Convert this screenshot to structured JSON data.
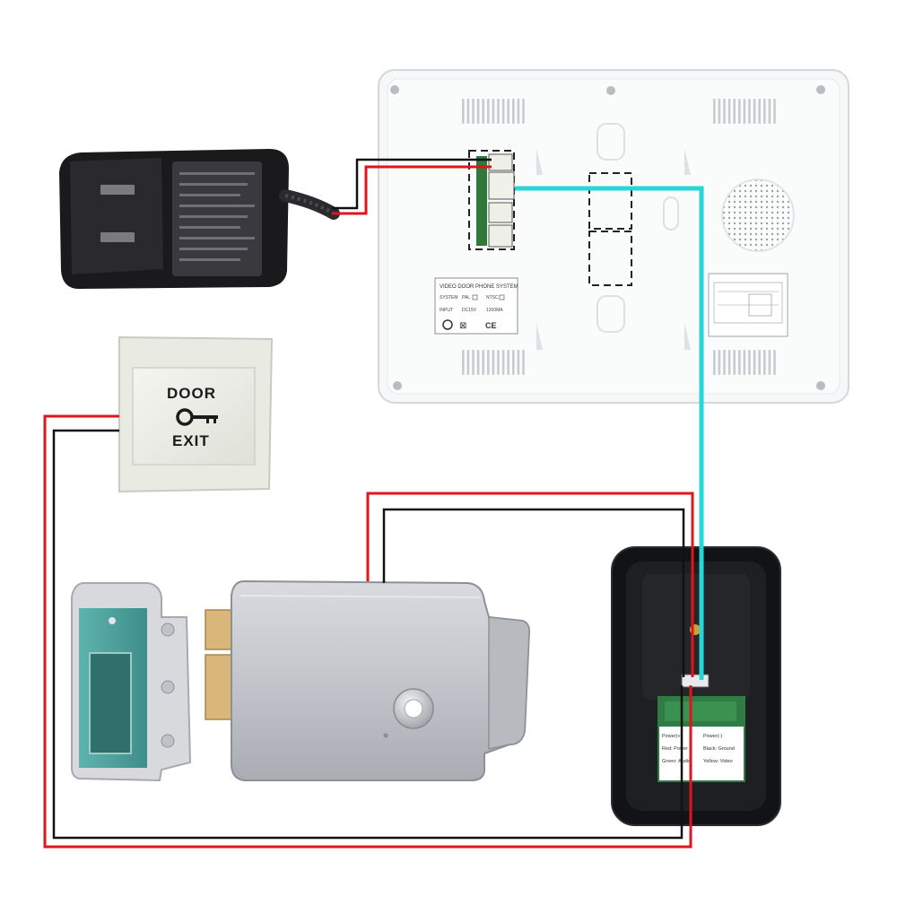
{
  "exit_button": {
    "line1": "DOOR",
    "line2": "EXIT"
  },
  "monitor": {
    "label_title": "VIDEO DOOR PHONE SYSTEM",
    "system_label": "SYSTEM",
    "pal_label": "PAL",
    "ntsc_label": "NTSC",
    "input_label": "INPUT",
    "input_value": "DC15V",
    "power_value": "1200MA",
    "ce_mark": "CE"
  },
  "outdoor_unit": {
    "wiring_lines": [
      "Power(+)",
      "Power(-)",
      "Red: Power",
      "Black: Ground",
      "Green: Audio",
      "Yellow: Video"
    ]
  },
  "colors": {
    "power_wire": "#e0141b",
    "ground_wire": "#111111",
    "signal_wire": "#27d6d6"
  },
  "icons": [
    "power-adapter",
    "exit-button",
    "key-icon",
    "electric-lock",
    "lock-strike",
    "indoor-monitor",
    "outdoor-camera-unit",
    "speaker-grille"
  ]
}
